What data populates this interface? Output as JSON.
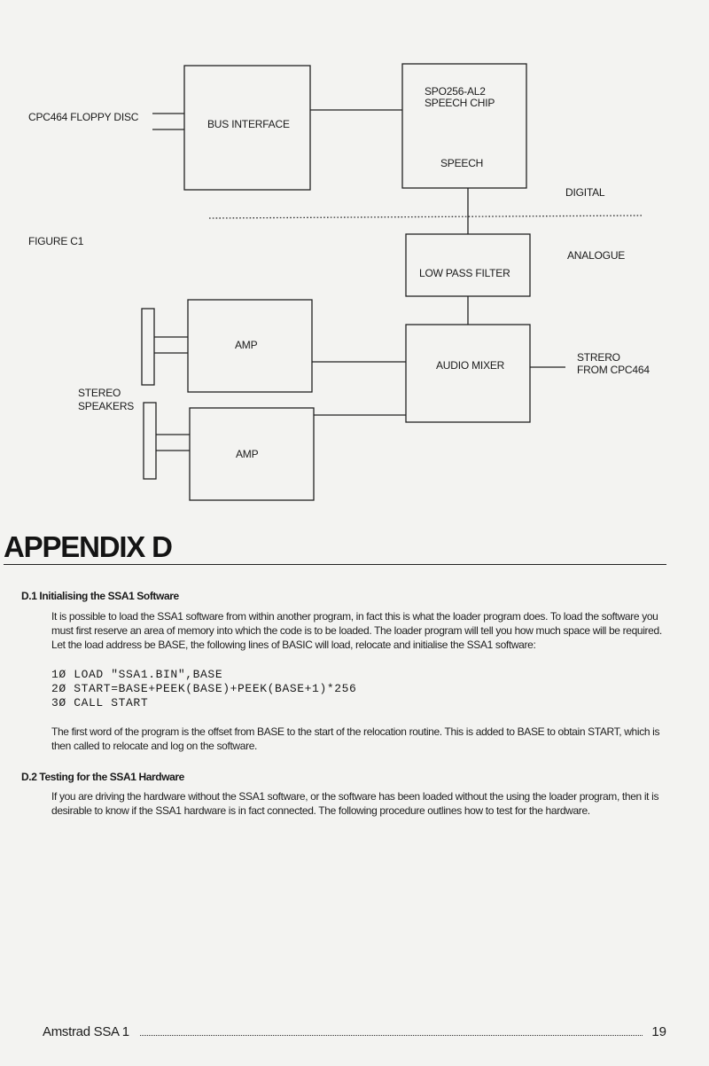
{
  "figure": {
    "caption": "FIGURE C1",
    "labels": {
      "floppy": "CPC464 FLOPPY DISC",
      "bus_interface": "BUS INTERFACE",
      "chip_line1": "SPO256-AL2",
      "chip_line2": "SPEECH CHIP",
      "speech": "SPEECH",
      "digital": "DIGITAL",
      "analogue": "ANALOGUE",
      "low_pass_filter": "LOW PASS FILTER",
      "amp_top": "AMP",
      "amp_bottom": "AMP",
      "audio_mixer": "AUDIO MIXER",
      "stereo_line1": "STRERO",
      "stereo_line2": "FROM CPC464",
      "speakers_line1": "STEREO",
      "speakers_line2": "SPEAKERS"
    }
  },
  "appendix": {
    "title": "APPENDIX D",
    "d1": {
      "heading": "D.1 Initialising the SSA1 Software",
      "para1": "It is possible to load the SSA1 software from within another program, in fact this is what the loader program does. To load the software you must first reserve an area of memory into which the code is to be loaded. The loader program will tell you how much space will be required. Let the load address be BASE, the following lines of BASIC will load, relocate and initialise the SSA1 software:",
      "code": [
        "1Ø LOAD \"SSA1.BIN\",BASE",
        "2Ø START=BASE+PEEK(BASE)+PEEK(BASE+1)*256",
        "3Ø CALL START"
      ],
      "para2": "The first word of the program is the offset from BASE to the start of the relocation routine. This is added to BASE to obtain START, which is then called to relocate and log on the software."
    },
    "d2": {
      "heading": "D.2 Testing for the SSA1 Hardware",
      "para1": "If you are driving the hardware without the SSA1 software, or the software has been loaded without the using the loader program, then it is desirable to know if the SSA1 hardware is in fact connected. The following procedure outlines how to test for the hardware."
    }
  },
  "footer": {
    "title": "Amstrad SSA 1",
    "page": "19"
  }
}
